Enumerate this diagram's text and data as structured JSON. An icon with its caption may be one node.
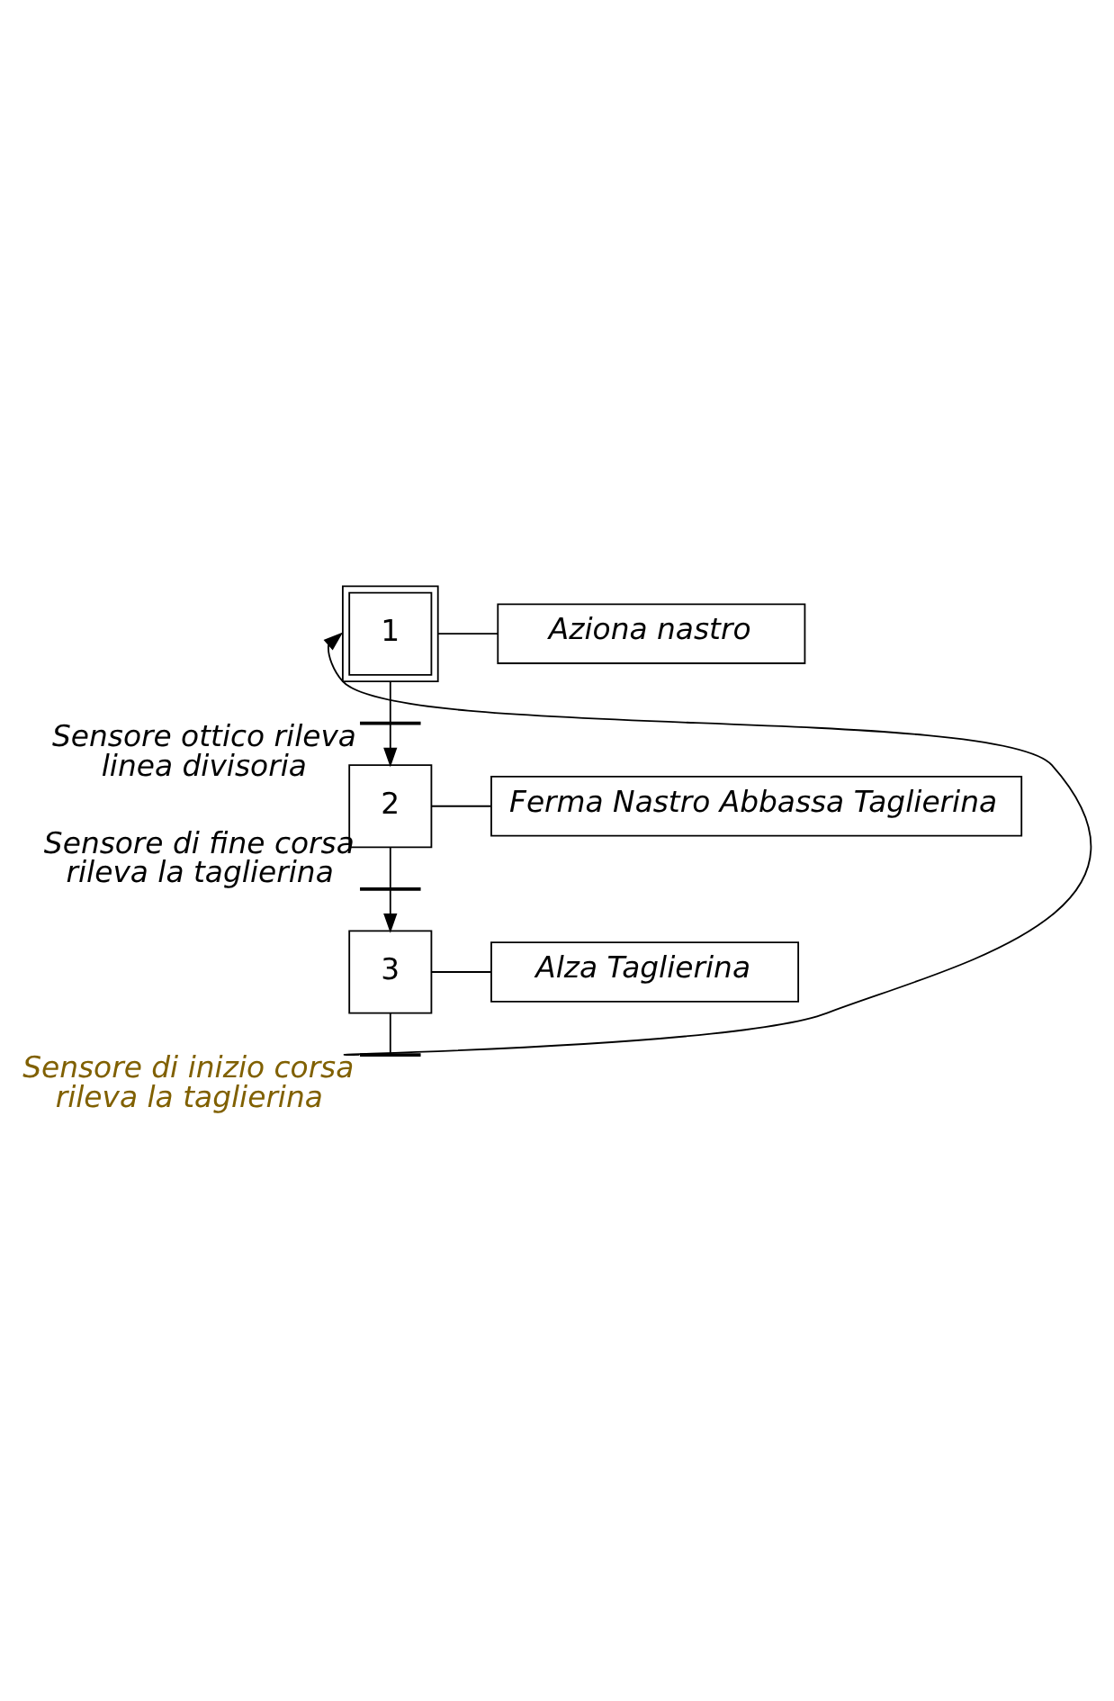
{
  "diagram": {
    "nodes": [
      {
        "text": [
          "1"
        ]
      },
      {
        "text": [
          "Aziona nastro"
        ]
      },
      {
        "text": [],
        "shape": "bar",
        "beside": [
          "Sensore ottico rileva linea divisoria"
        ]
      },
      {
        "text": [
          "2"
        ]
      },
      {
        "text": [
          "Ferma Nastro Abbassa Taglierina"
        ]
      },
      {
        "text": [],
        "shape": "bar",
        "beside": [
          "Sensore di fine corsa rileva la taglierina"
        ]
      },
      {
        "text": [
          "3"
        ]
      },
      {
        "text": [
          "Alza Taglierina"
        ]
      },
      {
        "text": [],
        "shape": "bar",
        "beside": [
          "Sensore di inizio corsa rileva la taglierina"
        ]
      }
    ],
    "edges": [
      {
        "from": 0,
        "to": 1,
        "arrow": "none"
      },
      {
        "from": 0,
        "to": 2,
        "arrow": "none"
      },
      {
        "from": 2,
        "to": 3,
        "arrow": "to"
      },
      {
        "from": 3,
        "to": 4,
        "arrow": "none"
      },
      {
        "from": 3,
        "to": 5,
        "arrow": "none"
      },
      {
        "from": 5,
        "to": 6,
        "arrow": "to"
      },
      {
        "from": 6,
        "to": 7,
        "arrow": "none"
      },
      {
        "from": 6,
        "to": 8,
        "arrow": "none"
      },
      {
        "from": 8,
        "to": 0,
        "arrow": "to"
      }
    ]
  }
}
